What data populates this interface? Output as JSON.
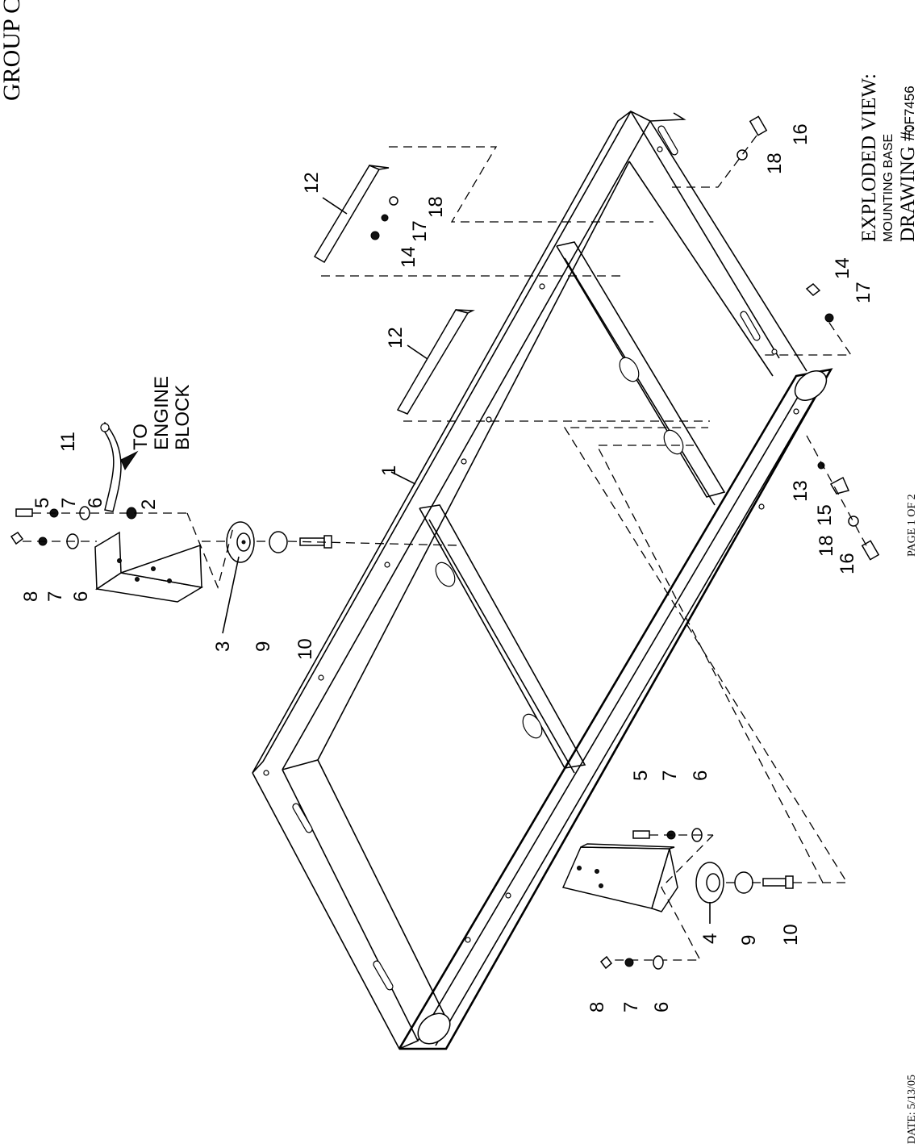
{
  "header": {
    "group": "GROUP C"
  },
  "title_block": {
    "title": "EXPLODED VIEW:",
    "subtitle": "MOUNTING BASE",
    "drawing_label": "DRAWING #:",
    "drawing_number": "0F7456"
  },
  "footer": {
    "date": "DATE:  5/13/05",
    "page": "PAGE 1 OF 2"
  },
  "callouts": {
    "c1": "1",
    "c2": "2",
    "c3": "3",
    "c4": "4",
    "c5a": "5",
    "c5b": "5",
    "c6a": "6",
    "c6b": "6",
    "c6c": "6",
    "c6d": "6",
    "c7a": "7",
    "c7b": "7",
    "c7c": "7",
    "c7d": "7",
    "c8a": "8",
    "c8b": "8",
    "c9a": "9",
    "c9b": "9",
    "c10a": "10",
    "c10b": "10",
    "c11": "11",
    "c12a": "12",
    "c12b": "12",
    "c13": "13",
    "c14a": "14",
    "c14b": "14",
    "c15": "15",
    "c16a": "16",
    "c16b": "16",
    "c17a": "17",
    "c17b": "17",
    "c18a": "18",
    "c18b": "18",
    "c18c": "18"
  },
  "annotation": {
    "line1": "TO",
    "line2": "ENGINE",
    "line3": "BLOCK"
  }
}
